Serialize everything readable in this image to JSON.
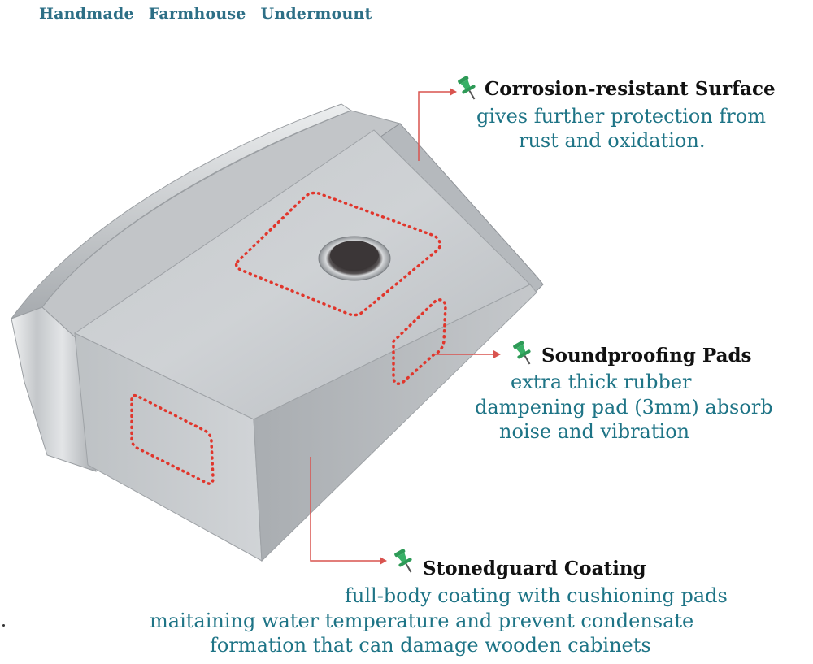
{
  "header": {
    "tags": [
      "Handmade",
      "Farmhouse",
      "Undermount"
    ]
  },
  "callouts": [
    {
      "title": "Corrosion-resistant Surface",
      "lines": [
        "gives further protection from",
        "rust and oxidation."
      ]
    },
    {
      "title": "Soundproofing Pads",
      "lines": [
        "extra thick rubber",
        "dampening pad (3mm) absorb",
        "noise and vibration"
      ]
    },
    {
      "title": "Stonedguard Coating",
      "lines": [
        "full-body coating with cushioning pads",
        "maitaining water temperature and prevent condensate",
        "formation that can damage wooden cabinets"
      ]
    }
  ],
  "colors": {
    "tag_text": "#2d6f86",
    "title_text": "#111111",
    "description_text": "#1e7486",
    "pointer_line": "#d9534f",
    "pad_outline": "#e0362c",
    "pin": "#2e9a57",
    "steel_light": "#d6d9dc",
    "steel_mid": "#b9bdc1",
    "steel_dark": "#8f9398"
  },
  "icons": [
    "pushpin-icon",
    "drain-hole-icon"
  ]
}
